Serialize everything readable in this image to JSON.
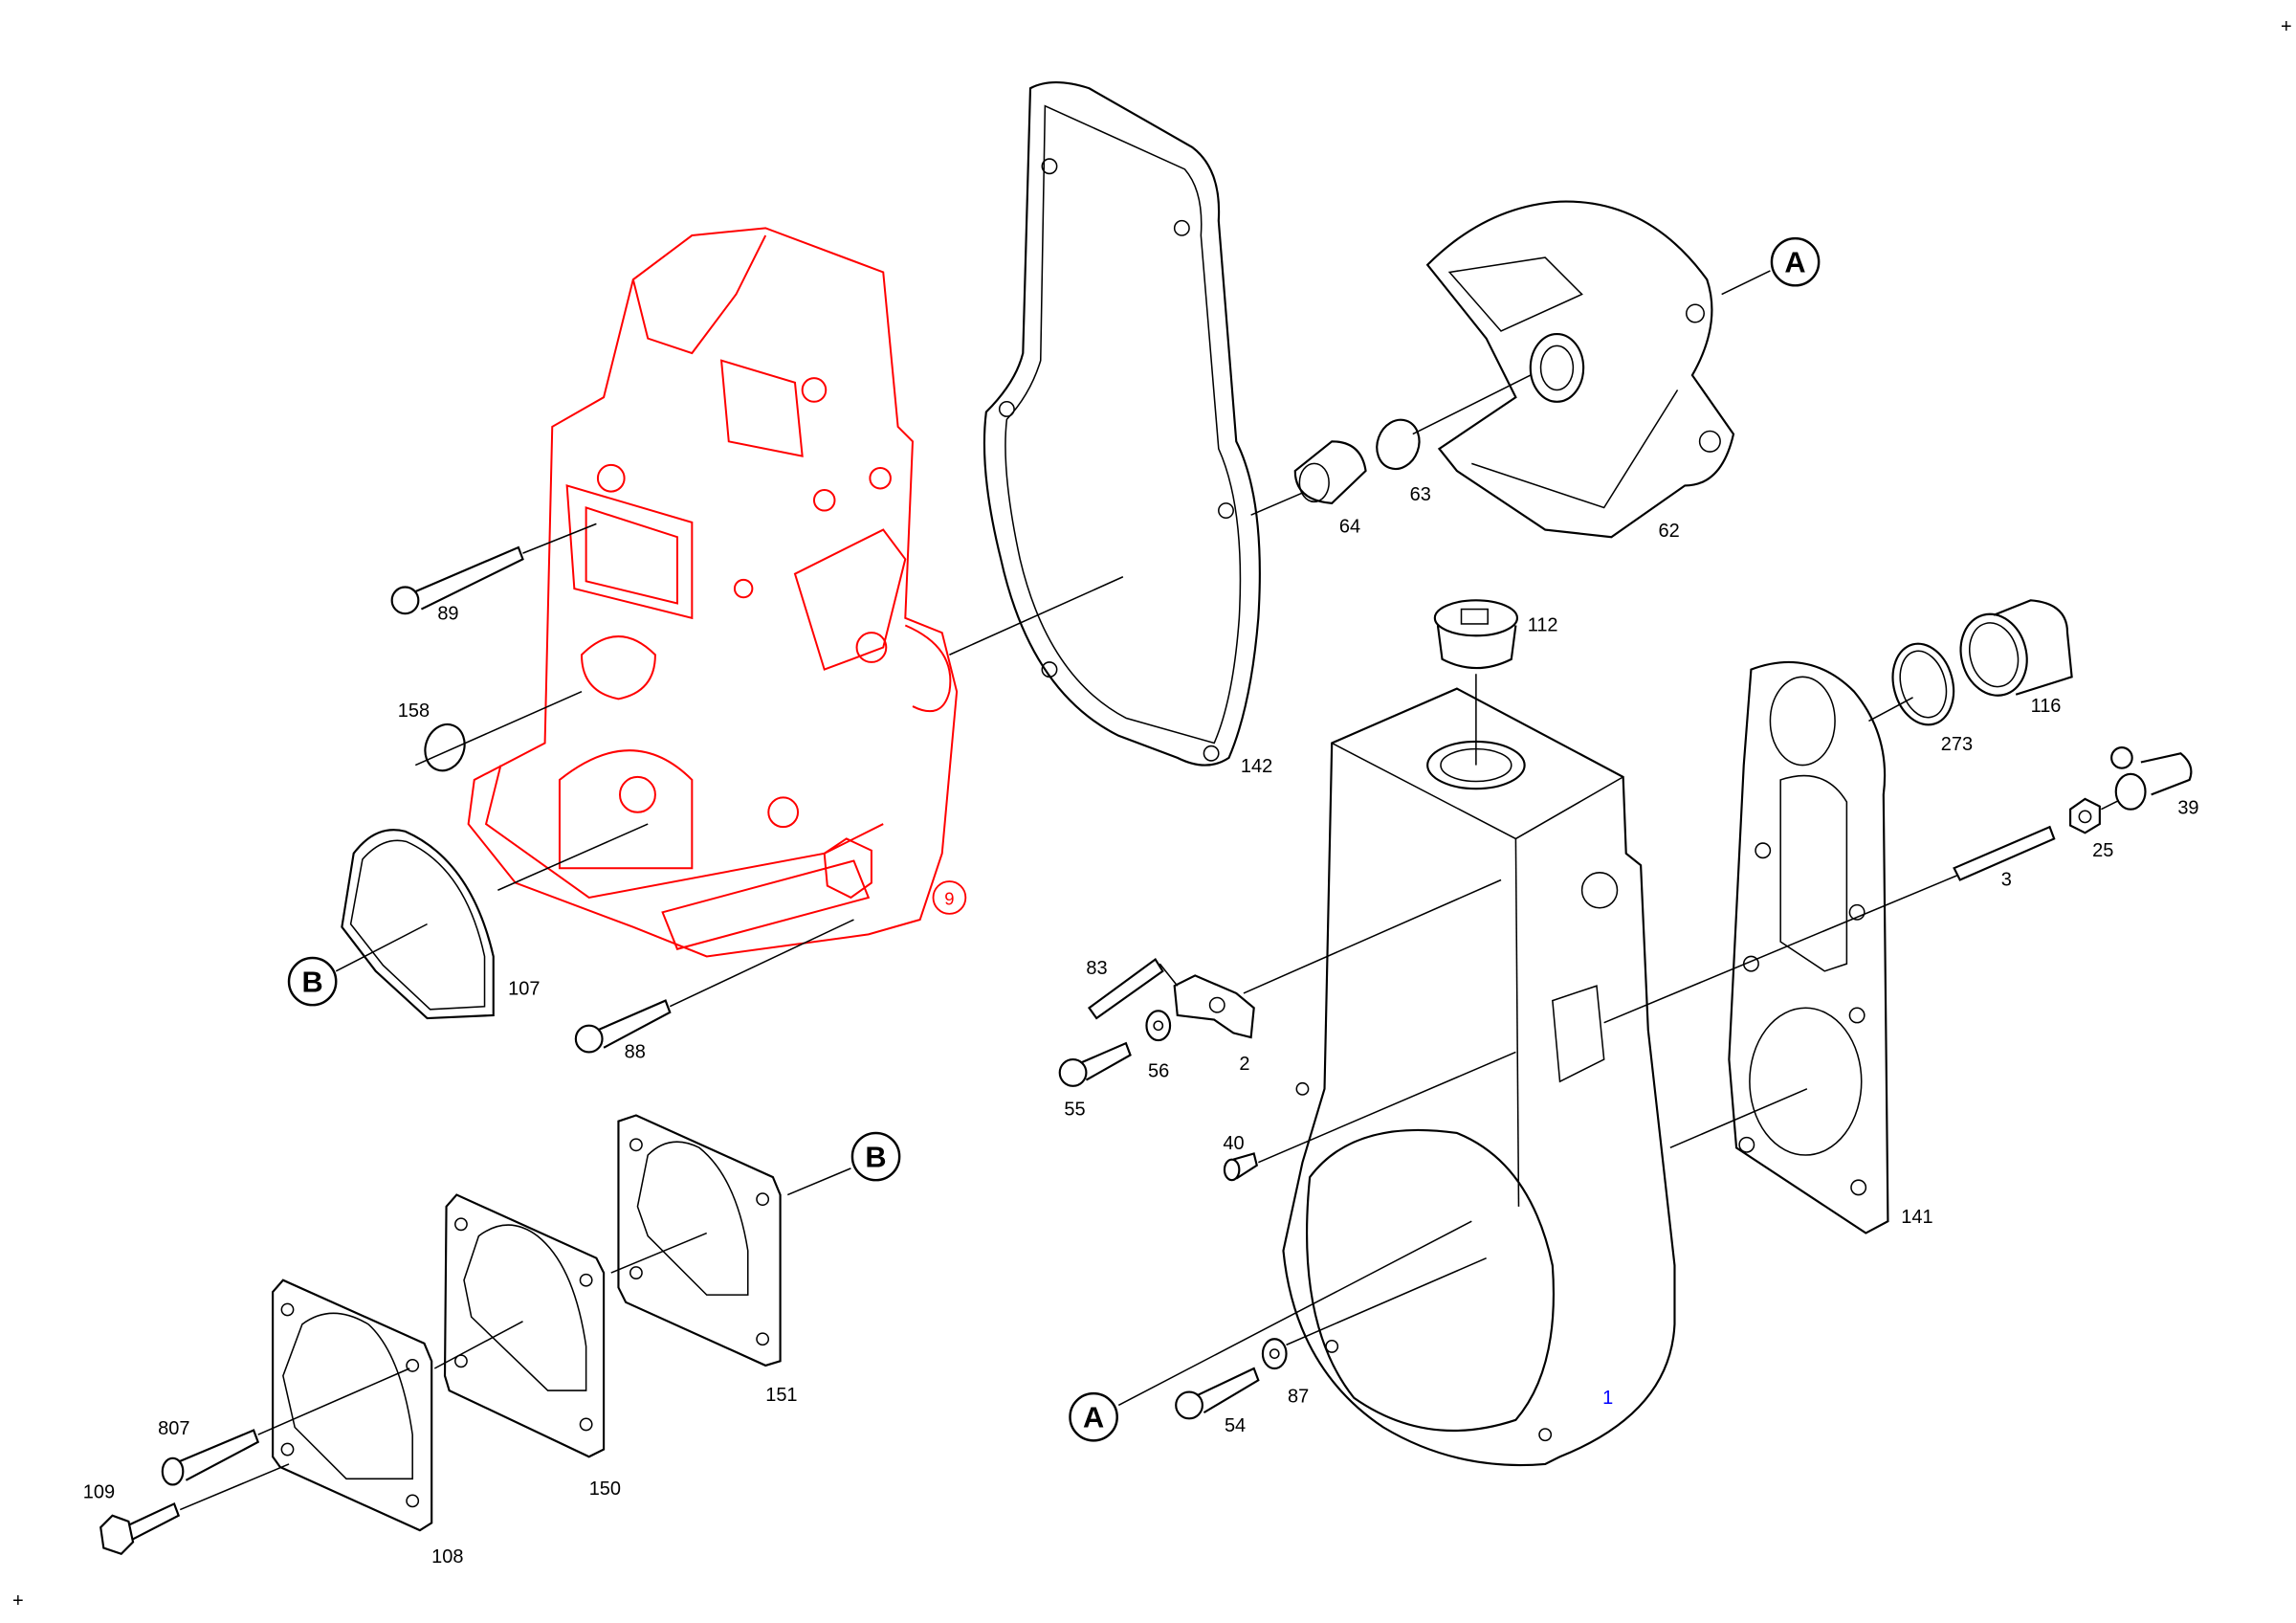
{
  "diagram": {
    "type": "exploded-parts-diagram",
    "highlight_color": "#ff0000",
    "main_part_color": "#0000ff",
    "corner_marks": [
      "+",
      "+"
    ],
    "callouts": {
      "a_top": "A",
      "a_bottom": "A",
      "b_left": "B",
      "b_right": "B"
    },
    "parts": {
      "p89": "89",
      "p158": "158",
      "p107": "107",
      "p88": "88",
      "p9": "9",
      "p142": "142",
      "p64": "64",
      "p63": "63",
      "p62": "62",
      "p112": "112",
      "p116": "116",
      "p273": "273",
      "p39": "39",
      "p25": "25",
      "p3": "3",
      "p83": "83",
      "p2": "2",
      "p56": "56",
      "p55": "55",
      "p40": "40",
      "p141": "141",
      "p1": "1",
      "p54": "54",
      "p87": "87",
      "p151": "151",
      "p150": "150",
      "p807": "807",
      "p109": "109",
      "p108": "108"
    }
  }
}
